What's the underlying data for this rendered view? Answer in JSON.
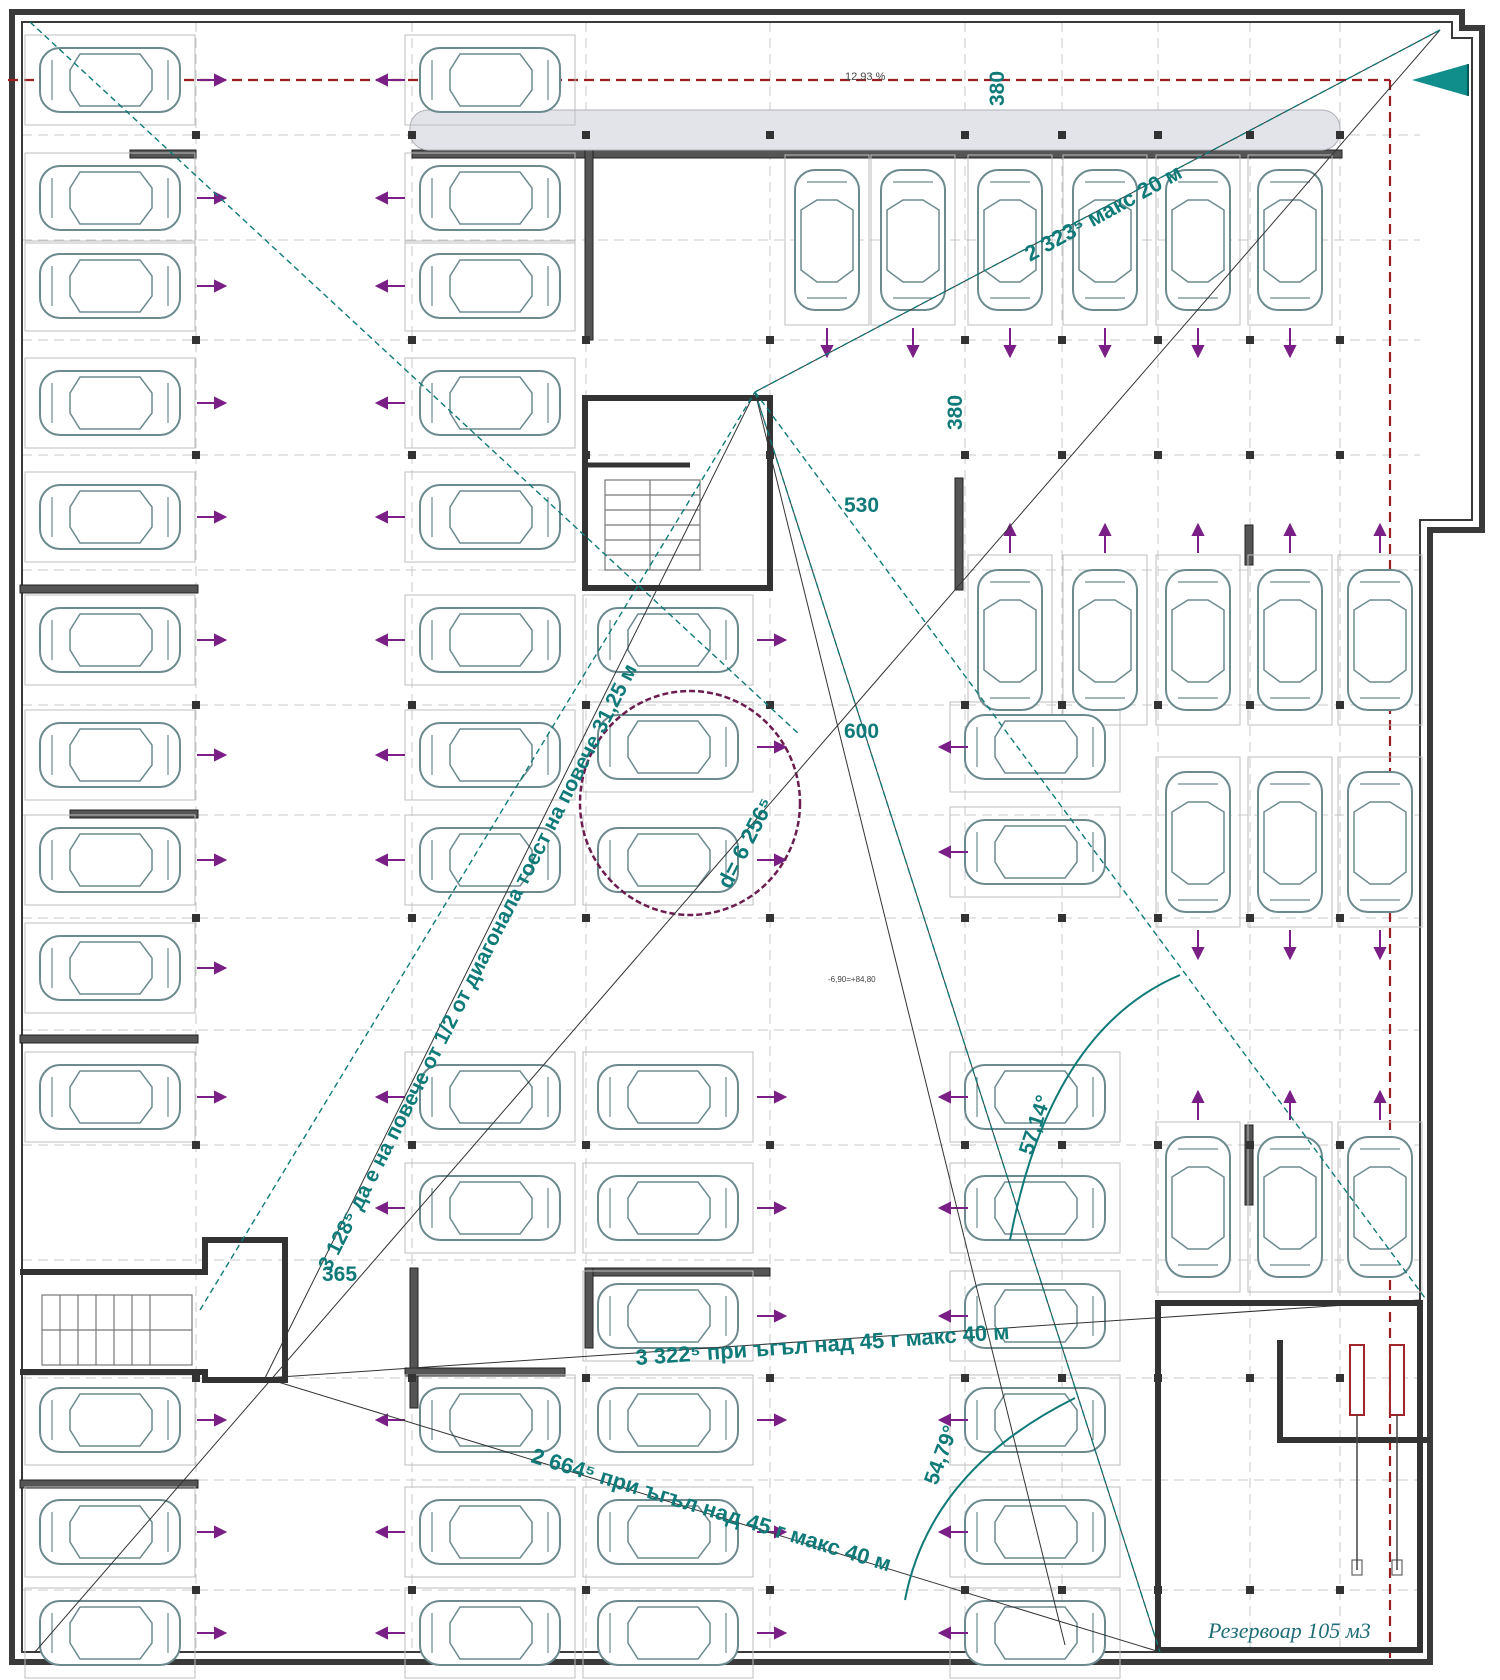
{
  "plan": {
    "dim_380_top": "380",
    "dim_380_mid": "380",
    "dim_530": "530",
    "dim_600": "600",
    "dim_365": "365",
    "slope_label": "12,93 %",
    "elevation_label": "-6,90=+84,80",
    "note_2323": "2 323⁵ макс 20 м",
    "note_3128": "3 128⁵ да е на повече от 1/2 от диагонала тоест на повече 31,25 м",
    "note_d": "d= 6 256⁵",
    "note_3322": "3 322⁵ при ъгъл над 45 г макс 40 м",
    "note_2664": "2 664⁵ при ъгъл над 45 г макс 40 м",
    "angle_5714": "57,14°",
    "angle_5479": "54,79°",
    "reservoir_label": "Резервоар 105 м3",
    "colors": {
      "wall": "#3a3a3a",
      "red_axis": "#9a1e22",
      "teal": "#0f7a78",
      "arrow": "#7a1f86",
      "car": "#6d8a8e",
      "grid": "#c8c8c8"
    },
    "icons": [
      "north-arrow-icon",
      "car-icon",
      "exit-arrow-icon",
      "stair-icon",
      "pump-icon"
    ]
  }
}
